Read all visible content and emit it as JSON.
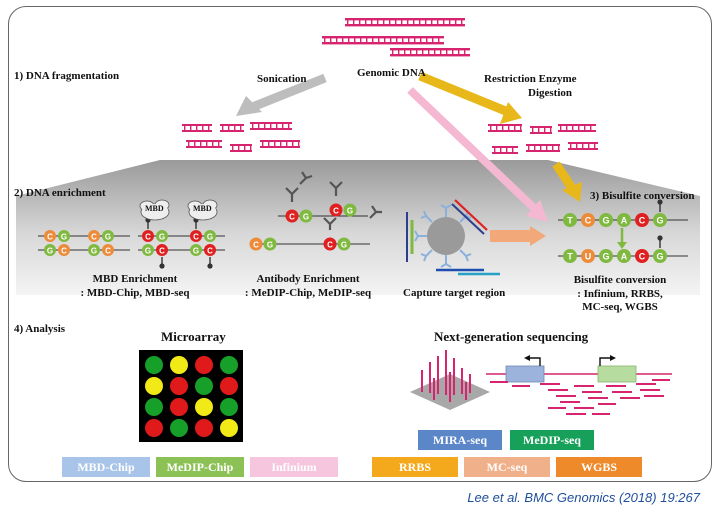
{
  "sections": {
    "fragmentation": "1) DNA fragmentation",
    "enrichment": "2) DNA enrichment",
    "bisulfite": "3) Bisulfite conversion",
    "analysis": "4) Analysis"
  },
  "top_labels": {
    "genomic_dna": "Genomic DNA",
    "sonication": "Sonication",
    "restriction": "Restriction Enzyme",
    "digestion": "Digestion"
  },
  "enrichment_methods": {
    "mbd_title": "MBD Enrichment",
    "mbd_sub": ": MBD-Chip, MBD-seq",
    "antibody_title": "Antibody Enrichment",
    "antibody_sub": ": MeDIP-Chip, MeDIP-seq",
    "capture": "Capture target region",
    "mbd_tag": "MBD"
  },
  "bisulfite_methods": {
    "title": "Bisulfite conversion",
    "line1": ": Infinium, RRBS,",
    "line2": "MC-seq, WGBS",
    "seq_before": [
      "T",
      "C",
      "G",
      "A",
      "C",
      "G"
    ],
    "seq_after": [
      "T",
      "U",
      "G",
      "A",
      "C",
      "G"
    ]
  },
  "bases": {
    "c": "C",
    "g": "G"
  },
  "analysis": {
    "microarray": "Microarray",
    "ngs": "Next-generation sequencing",
    "microarray_grid": [
      [
        "green",
        "yellow",
        "red",
        "green"
      ],
      [
        "yellow",
        "red",
        "green",
        "red"
      ],
      [
        "green",
        "red",
        "yellow",
        "green"
      ],
      [
        "red",
        "green",
        "red",
        "yellow"
      ]
    ]
  },
  "method_boxes": {
    "mira_seq": "MIRA-seq",
    "medip_seq": "MeDIP-seq",
    "mbd_chip": "MBD-Chip",
    "medip_chip": "MeDIP-Chip",
    "infinium": "Infinium",
    "rrbs": "RRBS",
    "mc_seq": "MC-seq",
    "wgbs": "WGBS"
  },
  "colors": {
    "dna": "#d6246e",
    "methyl_red": "#e02020",
    "cpg_green": "#7fb93f",
    "base_orange": "#ec8b3a",
    "mira": "#5b86c8",
    "medip": "#16a05a",
    "mbd_chip": "#a8c4e8",
    "medip_chip": "#8cc155",
    "infinium": "#f6c5de",
    "rrbs": "#f4a91d",
    "mc_seq": "#f0b08a",
    "wgbs": "#ee8a2a"
  },
  "citation": "Lee et al. BMC Genomics (2018) 19:267"
}
